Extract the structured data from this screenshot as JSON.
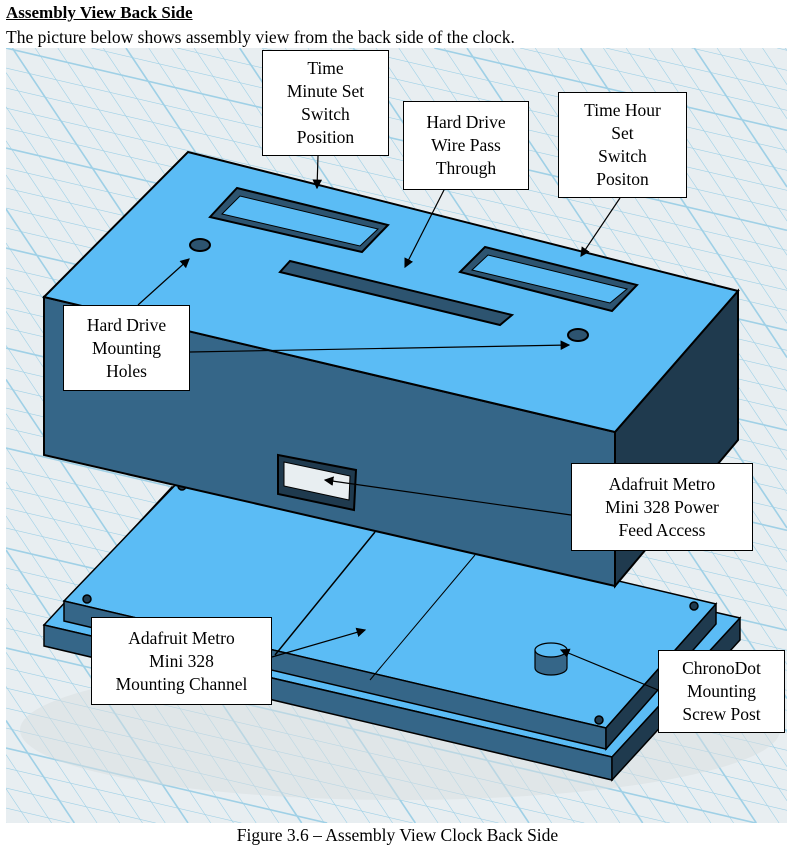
{
  "heading": "Assembly View Back Side",
  "intro": "The picture below shows assembly view from the back side of the clock.",
  "callouts": {
    "minute_switch": "Time\nMinute Set\nSwitch\nPosition",
    "wire_pass": "Hard Drive\nWire Pass\nThrough",
    "hour_switch": "Time Hour\nSet\nSwitch\nPositon",
    "hd_mounting": "Hard Drive\nMounting\nHoles",
    "power_access": "Adafruit Metro\nMini 328 Power\nFeed Access",
    "mounting_channel": "Adafruit Metro\nMini 328\nMounting Channel",
    "chronodot_post": "ChronoDot\nMounting\nScrew Post"
  },
  "caption": "Figure 3.6 – Assembly View Clock Back Side",
  "colors": {
    "top": "#5bbcf5",
    "front": "#356688",
    "side": "#1f3a4e",
    "grid": "#9fd0e6"
  }
}
